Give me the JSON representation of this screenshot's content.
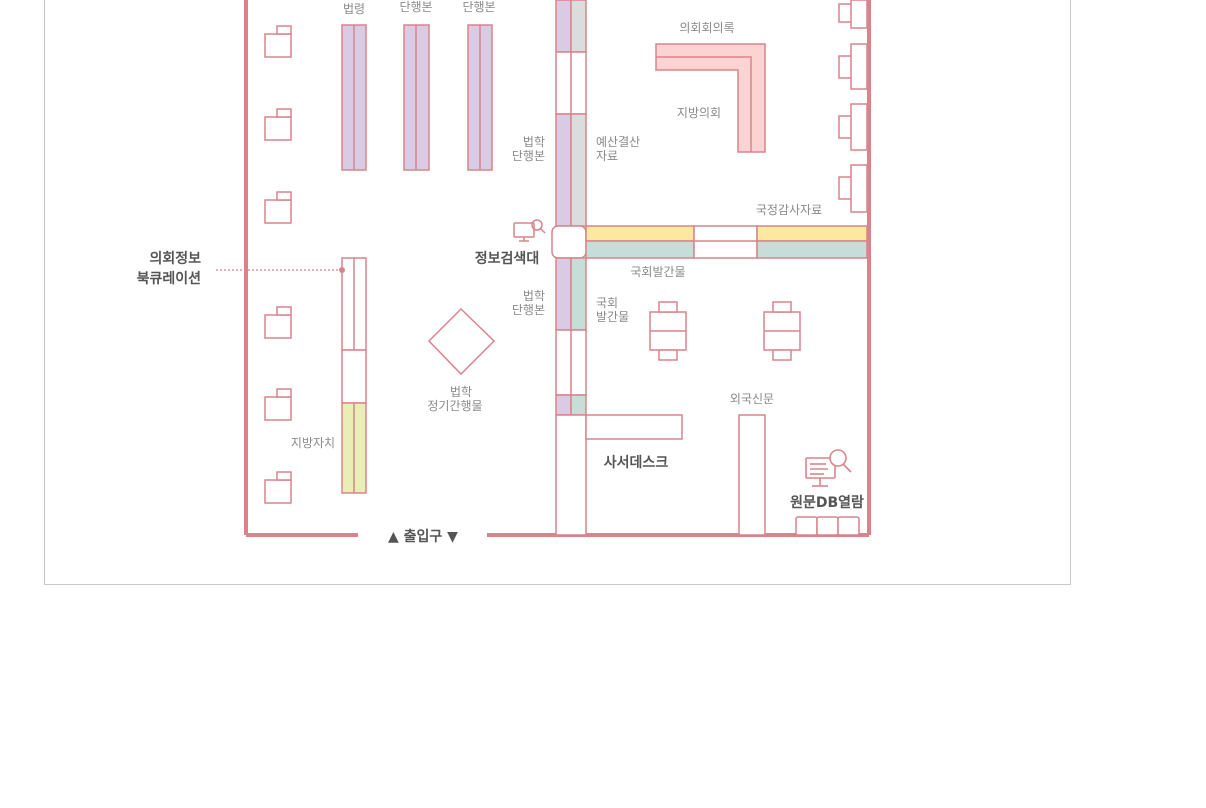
{
  "colors": {
    "wall": "#d9848b",
    "law": "#d8cbe3",
    "gray": "#dcdcdc",
    "minutes": "#fbd3d3",
    "yellow": "#fde8a0",
    "teal": "#c6ddd8",
    "green": "#e8efb5"
  },
  "labels": {
    "law_decree": "법령",
    "monograph_1": "단행본",
    "monograph_2": "단행본",
    "council_minutes": "의회회의록",
    "local_council": "지방의회",
    "law_mono_1_l1": "법학",
    "law_mono_1_l2": "단행본",
    "budget_l1": "예산결산",
    "budget_l2": "자료",
    "audit": "국정감사자료",
    "info_search": "정보검색대",
    "assembly_pubs_top": "국회발간물",
    "curation_l1": "의회정보",
    "curation_l2": "북큐레이션",
    "law_mono_2_l1": "법학",
    "law_mono_2_l2": "단행본",
    "assembly_pubs_l1": "국회",
    "assembly_pubs_l2": "발간물",
    "periodicals_l1": "법학",
    "periodicals_l2": "정기간행물",
    "foreign_news": "외국신문",
    "local_autonomy": "지방자치",
    "librarian_desk": "사서데스크",
    "db_viewing": "원문DB열람",
    "entrance": "▲ 출입구 ▼"
  }
}
